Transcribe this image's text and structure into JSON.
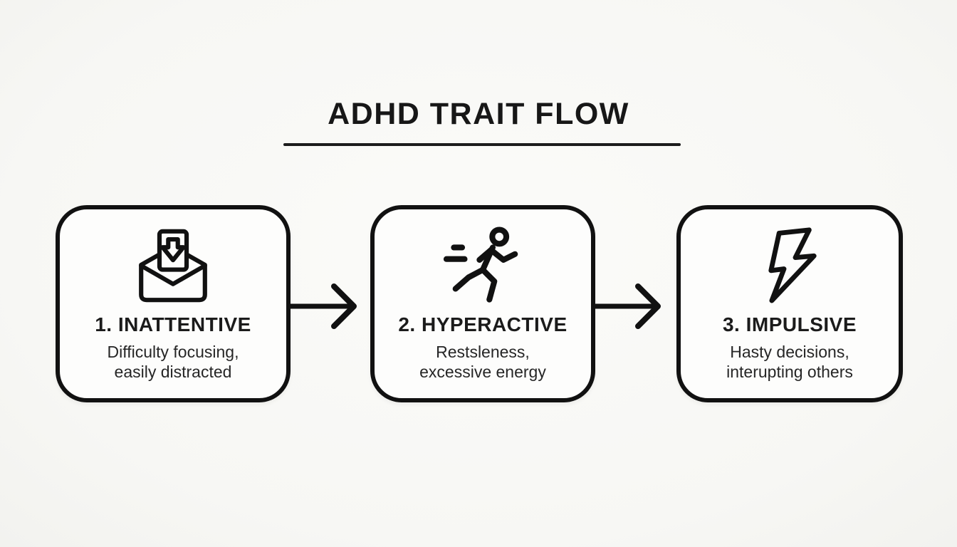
{
  "title": "ADHD TRAIT FLOW",
  "colors": {
    "ink": "#111111",
    "background": "#f7f7f4",
    "box_fill": "#fdfdfc"
  },
  "steps": [
    {
      "label": "1. INATTENTIVE",
      "description_lines": [
        "Difficulty focusing,",
        "easily distracted"
      ],
      "icon": "inbox-envelope-icon"
    },
    {
      "label": "2. HYPERACTIVE",
      "description_lines": [
        "Restsleness,",
        "excessive energy"
      ],
      "icon": "running-person-icon"
    },
    {
      "label": "3. IMPULSIVE",
      "description_lines": [
        "Hasty decisions,",
        "interupting others"
      ],
      "icon": "lightning-bolt-icon"
    }
  ],
  "connectors": [
    "arrow-right",
    "arrow-right"
  ]
}
